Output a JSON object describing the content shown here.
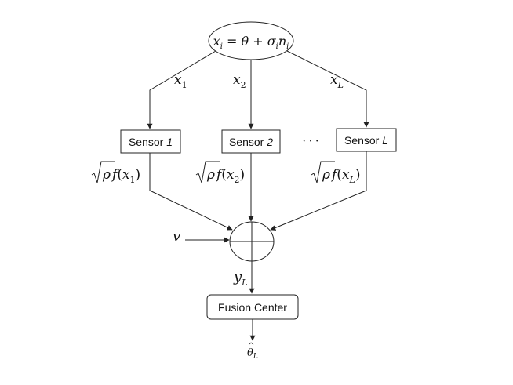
{
  "source": {
    "lhs": "x",
    "lhs_sub": "i",
    "eq": " = ",
    "theta": "θ",
    "plus": " + ",
    "sigma": "σ",
    "sigma_sub": "i",
    "n": "n",
    "n_sub": "i"
  },
  "channels": [
    {
      "var": "x",
      "sub": "1"
    },
    {
      "var": "x",
      "sub": "2"
    },
    {
      "var": "x",
      "sub": "L"
    }
  ],
  "sensors": [
    {
      "prefix": "Sensor ",
      "index": "1"
    },
    {
      "prefix": "Sensor ",
      "index": "2"
    },
    {
      "prefix": "Sensor ",
      "index": "L"
    }
  ],
  "ellipsis": "· · ·",
  "outputs": [
    {
      "rho": "ρ",
      "f": "f",
      "open": "(",
      "var": "x",
      "sub": "1",
      "close": ")"
    },
    {
      "rho": "ρ",
      "f": "f",
      "open": "(",
      "var": "x",
      "sub": "2",
      "close": ")"
    },
    {
      "rho": "ρ",
      "f": "f",
      "open": "(",
      "var": "x",
      "sub": "L",
      "close": ")"
    }
  ],
  "noise": "v",
  "sum_output": {
    "var": "y",
    "sub": "L"
  },
  "fusion_center": "Fusion Center",
  "estimate": {
    "var": "θ",
    "hat": "^",
    "sub": "L"
  }
}
